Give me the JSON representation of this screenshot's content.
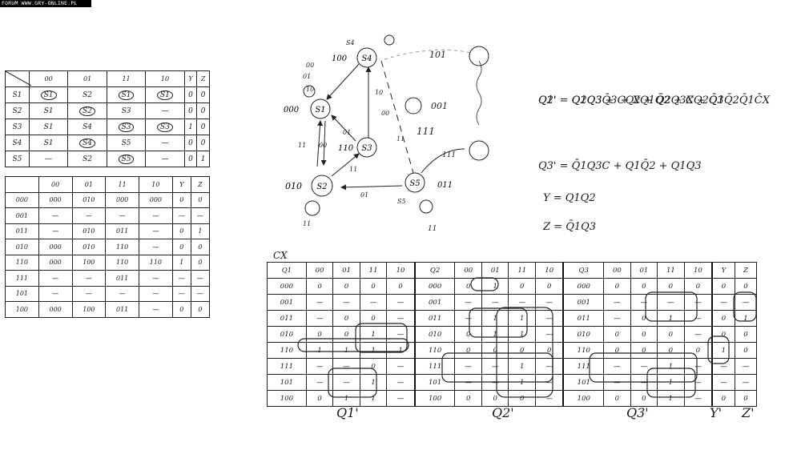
{
  "banner": "FORUM WWW.GRY-ONLINE.PL",
  "table1": {
    "header": [
      "",
      "00",
      "01",
      "11",
      "10",
      "Y",
      "Z"
    ],
    "rows": [
      [
        "S1",
        "S1",
        "S2",
        "S1",
        "S1",
        "0",
        "0"
      ],
      [
        "S2",
        "S1",
        "S2",
        "S3",
        "—",
        "0",
        "0"
      ],
      [
        "S3",
        "S1",
        "S4",
        "S3",
        "S3",
        "1",
        "0"
      ],
      [
        "S4",
        "S1",
        "S4",
        "S5",
        "—",
        "0",
        "0"
      ],
      [
        "S5",
        "—",
        "S2",
        "S5",
        "—",
        "0",
        "1"
      ]
    ]
  },
  "table2": {
    "header": [
      "",
      "00",
      "01",
      "11",
      "10",
      "Y",
      "Z"
    ],
    "rows": [
      [
        "000",
        "000",
        "010",
        "000",
        "000",
        "0",
        "0"
      ],
      [
        "001",
        "—",
        "—",
        "—",
        "—",
        "—",
        "—"
      ],
      [
        "011",
        "—",
        "010",
        "011",
        "—",
        "0",
        "1"
      ],
      [
        "010",
        "000",
        "010",
        "110",
        "—",
        "0",
        "0"
      ],
      [
        "110",
        "000",
        "100",
        "110",
        "110",
        "1",
        "0"
      ],
      [
        "111",
        "—",
        "—",
        "011",
        "—",
        "—",
        "—"
      ],
      [
        "101",
        "—",
        "—",
        "—",
        "—",
        "—",
        "—"
      ],
      [
        "100",
        "000",
        "100",
        "011",
        "—",
        "0",
        "0"
      ]
    ]
  },
  "graph": {
    "nodes": [
      {
        "name": "S4",
        "code": "100"
      },
      {
        "name": "S1",
        "code": "000"
      },
      {
        "name": "S3",
        "code": "110"
      },
      {
        "name": "S2",
        "code": "010"
      },
      {
        "name": "S5",
        "code": "011"
      }
    ],
    "edge_labels": [
      "00",
      "01",
      "10",
      "11",
      "00",
      "10",
      "11",
      "01",
      "01",
      "11",
      "00",
      "101",
      "001",
      "111",
      "111",
      "11",
      "11",
      "S4",
      "S5"
    ]
  },
  "equations": [
    "Q1' = Q2Q3Q̄3 + XQ1Q̄2 + CQ2Q̄3",
    "Q2' = Q1Q3 + CQ2 + Q̄2Q3X + Q̄1Q̄2Q̄1C̄X",
    "Q3' = Q̄1Q3C + Q1Q̄2 + Q1Q3",
    "Y = Q1Q2",
    "Z = Q̄1Q3"
  ],
  "kmap_label": "CX",
  "kmap": {
    "header": [
      "Q1",
      "00",
      "01",
      "11",
      "10",
      "Q2",
      "00",
      "01",
      "11",
      "10",
      "Q3",
      "00",
      "01",
      "11",
      "10",
      "Y",
      "Z"
    ],
    "rows": [
      [
        "000",
        "0",
        "0",
        "0",
        "0",
        "000",
        "0",
        "1",
        "0",
        "0",
        "000",
        "0",
        "0",
        "0",
        "0",
        "0",
        "0"
      ],
      [
        "001",
        "—",
        "—",
        "—",
        "—",
        "001",
        "—",
        "—",
        "—",
        "—",
        "001",
        "—",
        "—",
        "—",
        "—",
        "—",
        "—"
      ],
      [
        "011",
        "—",
        "0",
        "0",
        "—",
        "011",
        "—",
        "1",
        "1",
        "—",
        "011",
        "—",
        "0",
        "1",
        "—",
        "0",
        "1"
      ],
      [
        "010",
        "0",
        "0",
        "1",
        "—",
        "010",
        "0",
        "1",
        "1",
        "—",
        "010",
        "0",
        "0",
        "0",
        "—",
        "0",
        "0"
      ],
      [
        "110",
        "1",
        "1",
        "1",
        "1",
        "110",
        "0",
        "0",
        "0",
        "0",
        "110",
        "0",
        "0",
        "0",
        "0",
        "1",
        "0"
      ],
      [
        "111",
        "—",
        "—",
        "0",
        "—",
        "111",
        "—",
        "—",
        "1",
        "—",
        "111",
        "—",
        "—",
        "1",
        "—",
        "—",
        "—"
      ],
      [
        "101",
        "—",
        "—",
        "1",
        "—",
        "101",
        "—",
        "—",
        "1",
        "—",
        "101",
        "—",
        "—",
        "1",
        "—",
        "—",
        "—"
      ],
      [
        "100",
        "0",
        "1",
        "1",
        "—",
        "100",
        "0",
        "0",
        "0",
        "—",
        "100",
        "0",
        "0",
        "1",
        "—",
        "0",
        "0"
      ]
    ]
  },
  "bottom_labels": [
    "Q1'",
    "Q2'",
    "Q3'",
    "Y'",
    "Z'"
  ]
}
